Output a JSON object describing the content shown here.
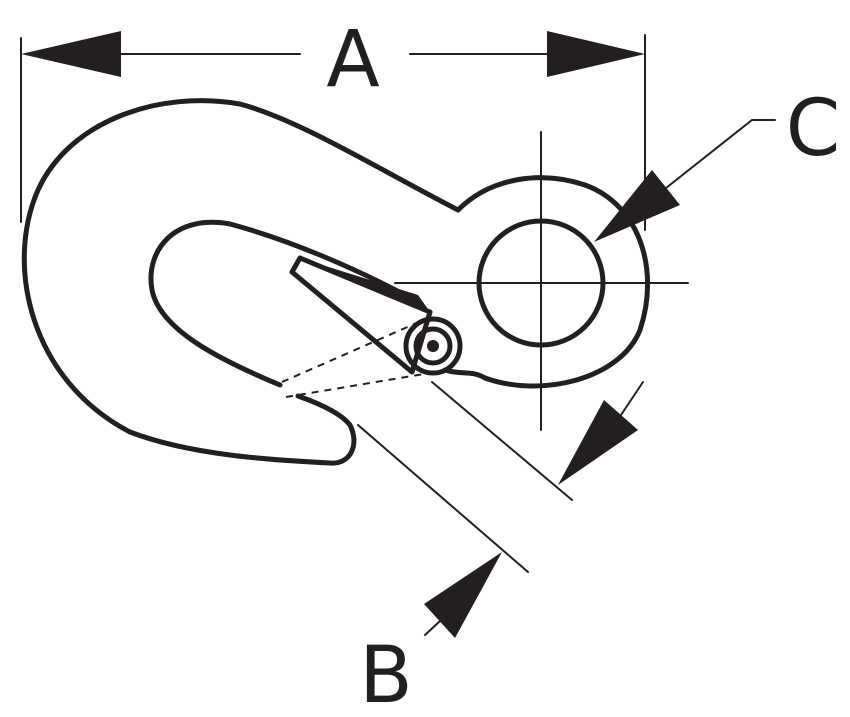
{
  "labels": {
    "a": "A",
    "b": "B",
    "c": "C"
  },
  "colors": {
    "ink": "#231f20",
    "background": "#ffffff"
  }
}
